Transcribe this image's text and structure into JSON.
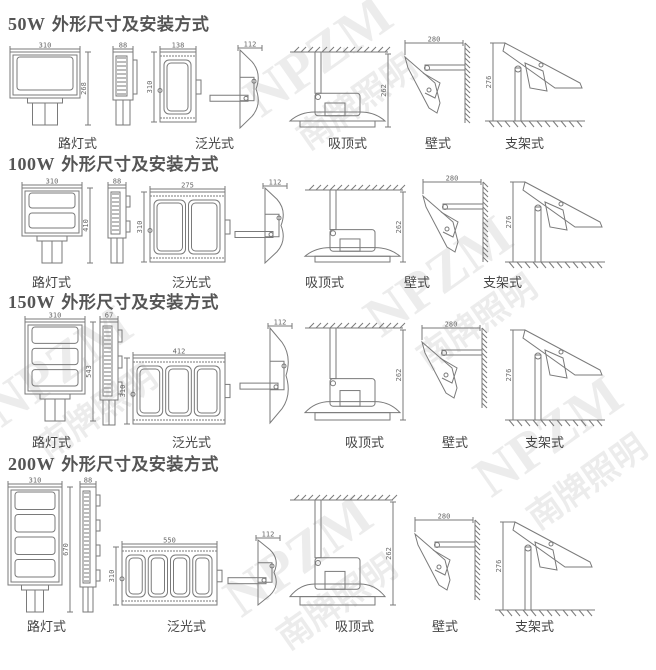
{
  "watermark": {
    "brand": "NPZM",
    "name": "南牌照明"
  },
  "sections": [
    {
      "title_power": "50W",
      "title_text": " 外形尺寸及安装方式",
      "labels": {
        "street": "路灯式",
        "flood": "泛光式",
        "ceiling": "吸顶式",
        "wall": "壁式",
        "stand": "支架式"
      },
      "dims": {
        "street_w": "310",
        "street_h": "268",
        "side_w": "88",
        "flood_w": "138",
        "flood_h": "310",
        "profile_w": "112",
        "ceiling_h": "262",
        "wall_w": "280",
        "stand_h": "276"
      }
    },
    {
      "title_power": "100W",
      "title_text": " 外形尺寸及安装方式",
      "labels": {
        "street": "路灯式",
        "flood": "泛光式",
        "ceiling": "吸顶式",
        "wall": "壁式",
        "stand": "支架式"
      },
      "dims": {
        "street_w": "310",
        "street_h": "410",
        "side_w": "88",
        "flood_w": "275",
        "flood_h": "310",
        "profile_w": "112",
        "ceiling_h": "262",
        "wall_w": "280",
        "stand_h": "276"
      }
    },
    {
      "title_power": "150W",
      "title_text": " 外形尺寸及安装方式",
      "labels": {
        "street": "路灯式",
        "flood": "泛光式",
        "ceiling": "吸顶式",
        "wall": "壁式",
        "stand": "支架式"
      },
      "dims": {
        "street_w": "310",
        "street_h": "543",
        "side_w": "67",
        "flood_w": "412",
        "flood_h": "310",
        "profile_w": "112",
        "ceiling_h": "262",
        "wall_w": "280",
        "stand_h": "276"
      }
    },
    {
      "title_power": "200W",
      "title_text": " 外形尺寸及安装方式",
      "labels": {
        "street": "路灯式",
        "flood": "泛光式",
        "ceiling": "吸顶式",
        "wall": "壁式",
        "stand": "支架式"
      },
      "dims": {
        "street_w": "310",
        "street_h": "670",
        "side_w": "88",
        "flood_w": "550",
        "flood_h": "310",
        "profile_w": "112",
        "ceiling_h": "262",
        "wall_w": "280",
        "stand_h": "276"
      }
    }
  ]
}
